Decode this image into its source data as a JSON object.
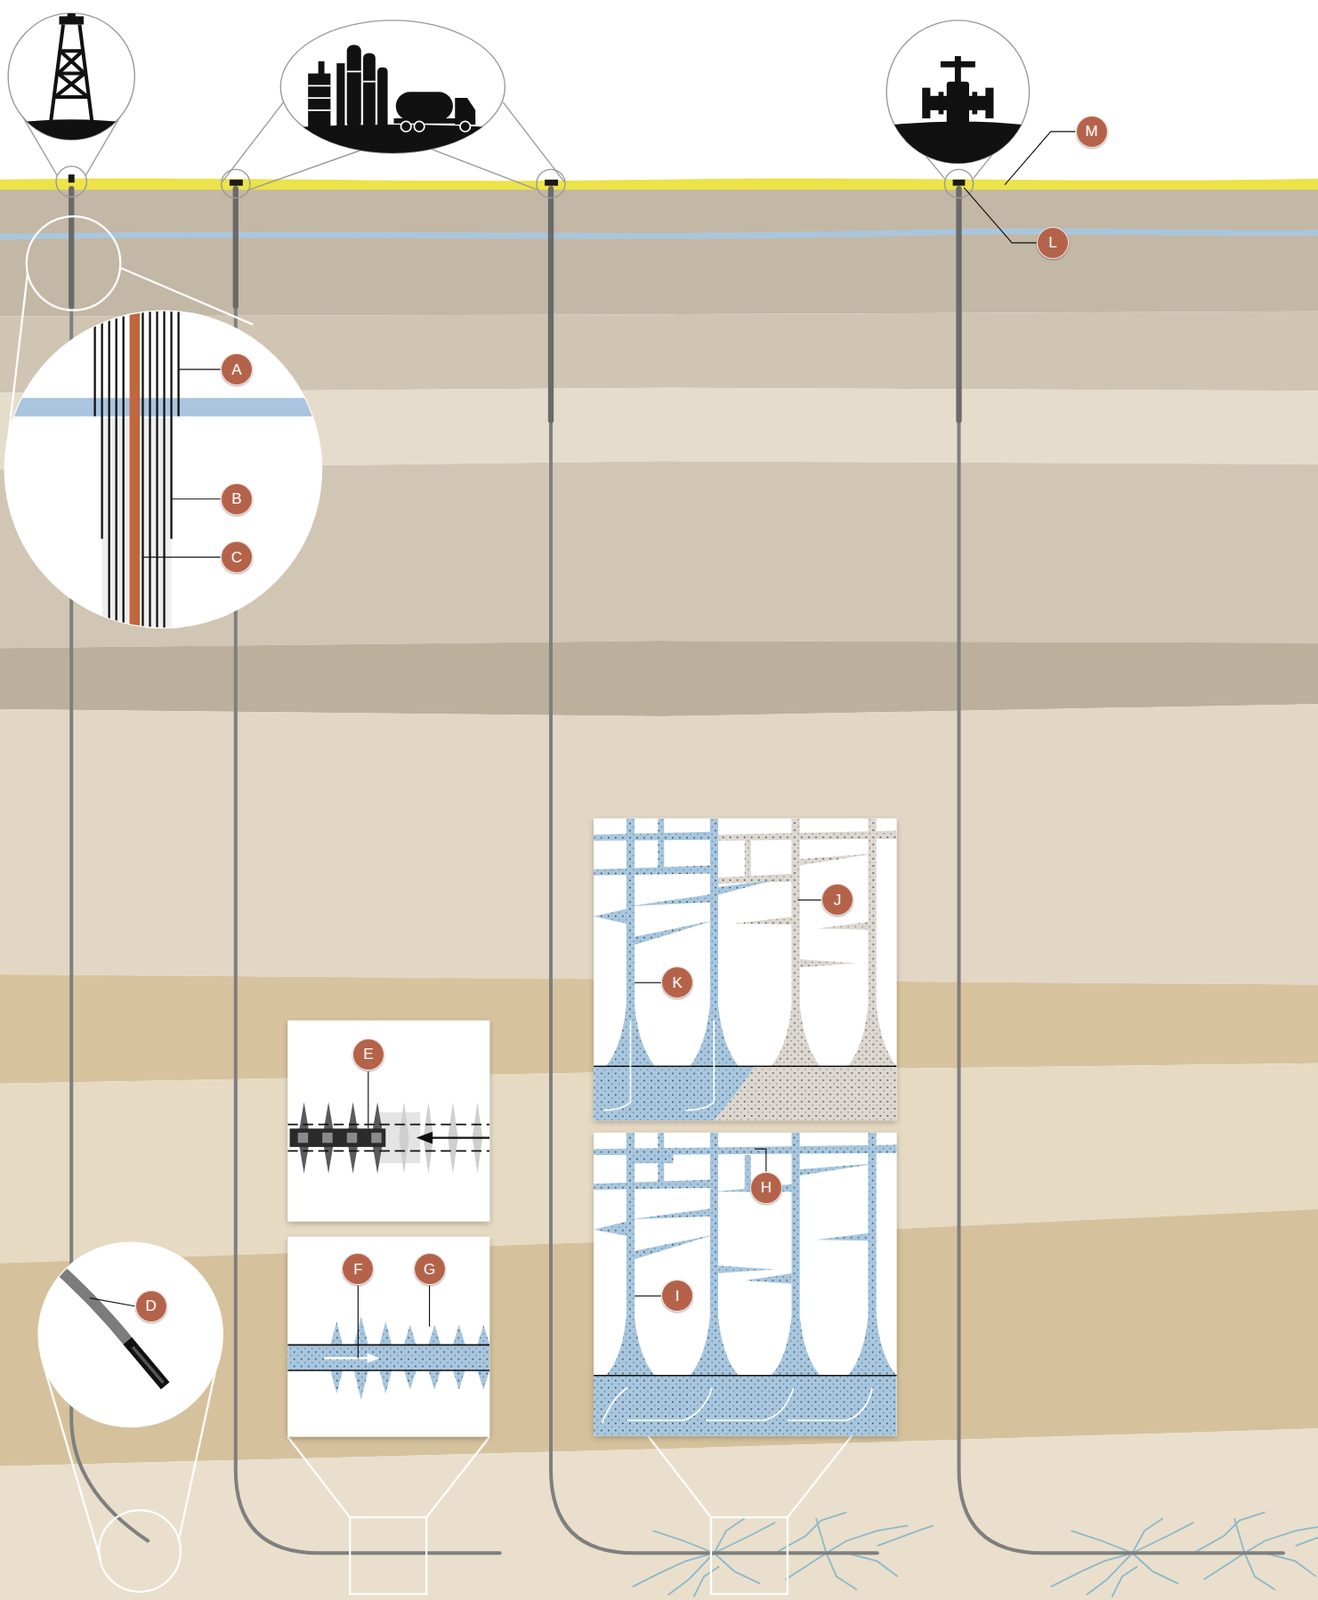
{
  "diagram": {
    "labels": [
      "A",
      "B",
      "C",
      "D",
      "E",
      "F",
      "G",
      "H",
      "I",
      "J",
      "K",
      "L",
      "M"
    ]
  }
}
